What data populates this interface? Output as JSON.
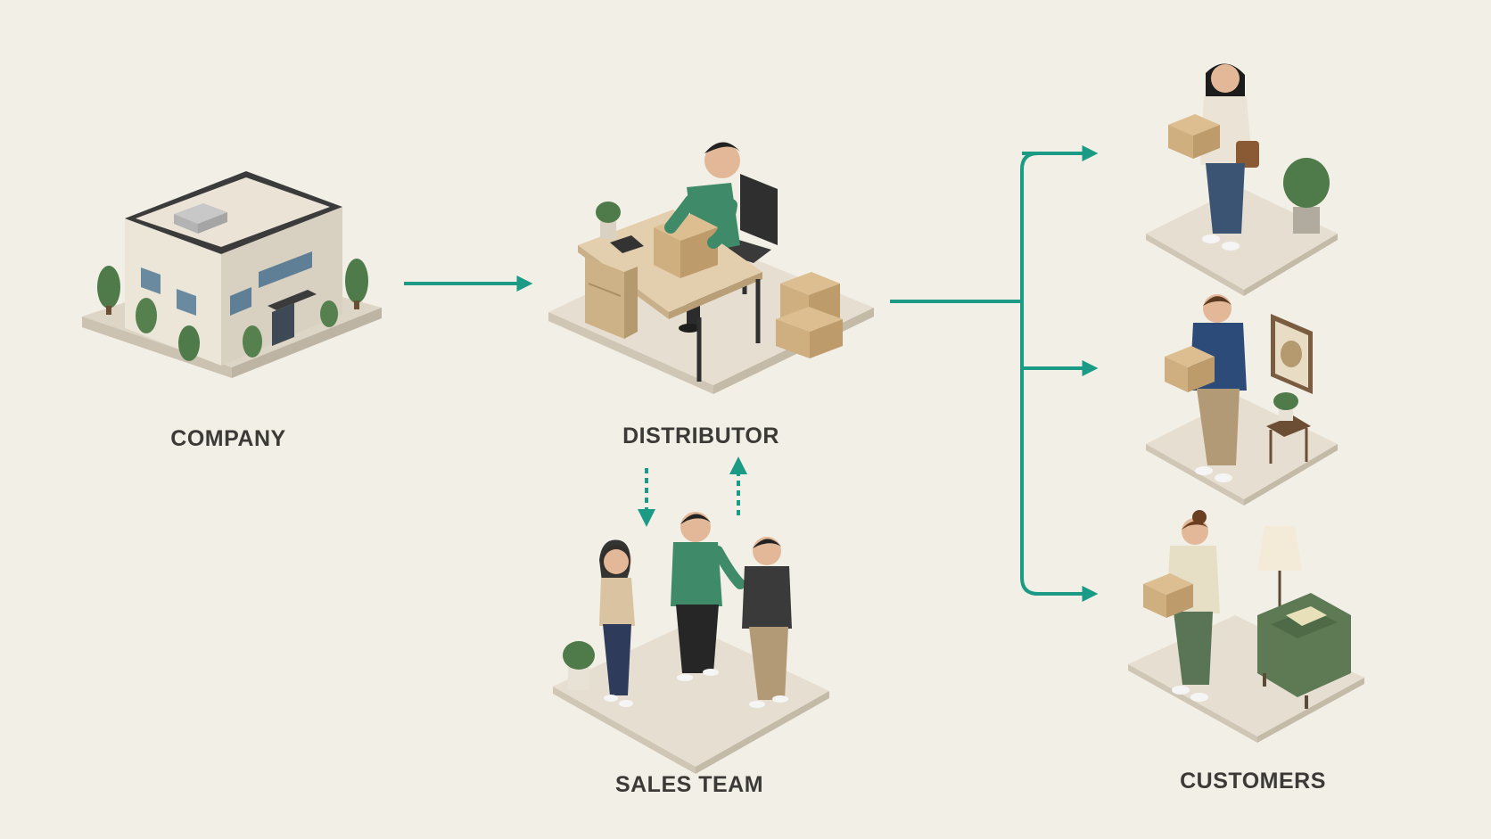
{
  "diagram": {
    "colors": {
      "background": "#f2efe6",
      "arrow": "#1b9b85",
      "label": "#3c3a36",
      "platform": "#e6ded0",
      "platform_edge": "#cfc6b5",
      "cardboard": "#cfae80",
      "plant": "#4f7a4a",
      "green_shirt": "#3f8a68",
      "navy_hoodie": "#2d4b78",
      "armchair": "#5d7a55"
    },
    "nodes": {
      "company": {
        "label": "COMPANY",
        "icon": "office-building-icon"
      },
      "distributor": {
        "label": "DISTRIBUTOR",
        "icon": "desk-worker-icon"
      },
      "sales_team": {
        "label": "SALES TEAM",
        "icon": "team-meeting-icon"
      },
      "customers": {
        "label": "CUSTOMERS",
        "items": [
          {
            "icon": "customer-with-bag-icon"
          },
          {
            "icon": "customer-with-hoodie-icon"
          },
          {
            "icon": "customer-with-armchair-icon"
          }
        ]
      }
    },
    "connections": [
      {
        "from": "company",
        "to": "distributor",
        "style": "solid"
      },
      {
        "from": "distributor",
        "to": "sales_team",
        "style": "dashed"
      },
      {
        "from": "sales_team",
        "to": "distributor",
        "style": "dashed"
      },
      {
        "from": "distributor",
        "to": "customers",
        "style": "solid-branching"
      }
    ]
  }
}
